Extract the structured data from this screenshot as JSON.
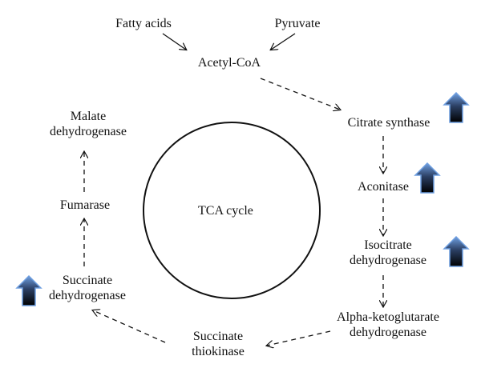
{
  "cycle_label": "TCA cycle",
  "substrates": {
    "fatty_acids": "Fatty acids",
    "pyruvate": "Pyruvate",
    "acetyl_coa": "Acetyl-CoA"
  },
  "enzymes": {
    "citrate_synthase": "Citrate synthase",
    "aconitase": "Aconitase",
    "isocitrate_dh": [
      "Isocitrate",
      "dehydrogenase"
    ],
    "alpha_kg_dh": [
      "Alpha-ketoglutarate",
      "dehydrogenase"
    ],
    "succinate_thiokinase": [
      "Succinate",
      "thiokinase"
    ],
    "succinate_dh": [
      "Succinate",
      "dehydrogenase"
    ],
    "fumarase": "Fumarase",
    "malate_dh": [
      "Malate",
      "dehydrogenase"
    ]
  },
  "upregulated": [
    "citrate_synthase",
    "aconitase",
    "isocitrate_dh",
    "succinate_dh"
  ],
  "colors": {
    "arrow_top": "#5b8fd6",
    "arrow_bottom": "#000000",
    "line": "#111111"
  },
  "icons": {
    "up_arrow": "block-up-arrow-icon"
  }
}
